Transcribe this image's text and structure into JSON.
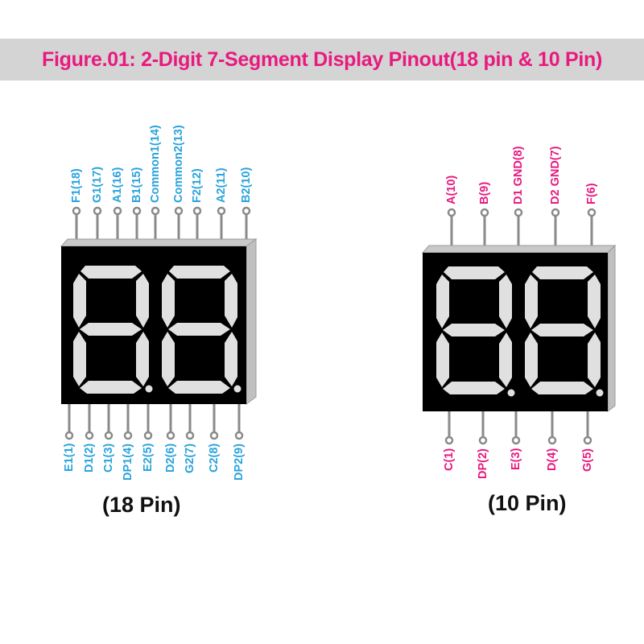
{
  "title": "Figure.01: 2-Digit 7-Segment Display Pinout(18 pin & 10 Pin)",
  "colors": {
    "title_text": "#e8197f",
    "title_bg": "#d4d4d4",
    "pin_label_18": "#29a3dc",
    "pin_label_10": "#e8197f",
    "pin": "#8a8a8a",
    "display_body": "#000000",
    "segment": "#e0e0e0"
  },
  "display_18": {
    "caption": "(18 Pin)",
    "top_pins": [
      {
        "label": "F1(18)"
      },
      {
        "label": "G1(17)"
      },
      {
        "label": "A1(16)"
      },
      {
        "label": "B1(15)"
      },
      {
        "label": "Common1(14)"
      },
      {
        "label": "Common2(13)"
      },
      {
        "label": "F2(12)"
      },
      {
        "label": "A2(11)"
      },
      {
        "label": "B2(10)"
      }
    ],
    "bottom_pins": [
      {
        "label": "E1(1)"
      },
      {
        "label": "D1(2)"
      },
      {
        "label": "C1(3)"
      },
      {
        "label": "DP1(4)"
      },
      {
        "label": "E2(5)"
      },
      {
        "label": "D2(6)"
      },
      {
        "label": "G2(7)"
      },
      {
        "label": "C2(8)"
      },
      {
        "label": "DP2(9)"
      }
    ]
  },
  "display_10": {
    "caption": "(10 Pin)",
    "top_pins": [
      {
        "label": "A(10)"
      },
      {
        "label": "B(9)"
      },
      {
        "label": "D1 GND(8)"
      },
      {
        "label": "D2 GND(7)"
      },
      {
        "label": "F(6)"
      }
    ],
    "bottom_pins": [
      {
        "label": "C(1)"
      },
      {
        "label": "DP(2)"
      },
      {
        "label": "E(3)"
      },
      {
        "label": "D(4)"
      },
      {
        "label": "G(5)"
      }
    ]
  }
}
